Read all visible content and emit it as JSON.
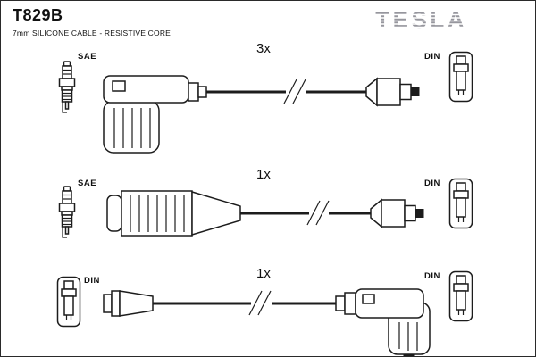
{
  "header": {
    "part_number": "T829B",
    "subtitle": "7mm SILICONE CABLE - RESISTIVE CORE",
    "brand": "TESLA"
  },
  "rows": [
    {
      "quantity": "3x",
      "left_label": "SAE",
      "right_label": "DIN",
      "left_icon": "spark-plug-icon",
      "right_icon": "din-connector-icon",
      "assembly": "angled-distributor-boot-to-din-terminal-cable"
    },
    {
      "quantity": "1x",
      "left_label": "SAE",
      "right_label": "DIN",
      "left_icon": "spark-plug-icon",
      "right_icon": "din-connector-icon",
      "assembly": "straight-ribbed-boot-to-din-terminal-cable"
    },
    {
      "quantity": "1x",
      "left_label": "DIN",
      "right_label": "DIN",
      "left_icon": "din-connector-icon",
      "right_icon": "din-connector-icon",
      "assembly": "straight-terminal-to-angled-boot-cable"
    }
  ],
  "colors": {
    "line": "#1c1c1c",
    "brand_gray": "#96969d",
    "background": "#ffffff"
  }
}
